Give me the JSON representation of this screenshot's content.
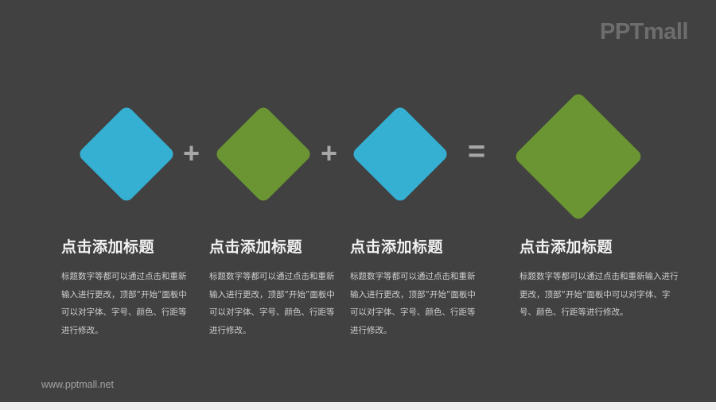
{
  "brand": {
    "logo_text": "PPTmall",
    "footer_url": "www.pptmall.net"
  },
  "colors": {
    "background": "#414141",
    "blue": "#35b0d3",
    "green": "#6a9532",
    "operator": "#a7a7a7",
    "bottom_strip": "#efefef"
  },
  "equation": {
    "items": [
      {
        "shape": "diamond",
        "color": "blue"
      },
      {
        "operator": "+"
      },
      {
        "shape": "diamond",
        "color": "green"
      },
      {
        "operator": "+"
      },
      {
        "shape": "diamond",
        "color": "blue"
      },
      {
        "operator": "="
      },
      {
        "shape": "diamond-large",
        "color": "green"
      }
    ],
    "plus_1": "+",
    "plus_2": "+",
    "equals": "="
  },
  "columns": [
    {
      "title": "点击添加标题",
      "body": "标题数字等都可以通过点击和重新输入进行更改，顶部“开始”面板中可以对字体、字号、颜色、行距等进行修改。"
    },
    {
      "title": "点击添加标题",
      "body": "标题数字等都可以通过点击和重新输入进行更改，顶部“开始”面板中可以对字体、字号、颜色、行距等进行修改。"
    },
    {
      "title": "点击添加标题",
      "body": "标题数字等都可以通过点击和重新输入进行更改，顶部“开始”面板中可以对字体、字号、颜色、行距等进行修改。"
    },
    {
      "title": "点击添加标题",
      "body": "标题数字等都可以通过点击和重新输入进行更改，顶部“开始”面板中可以对字体、字号、颜色、行距等进行修改。"
    }
  ]
}
